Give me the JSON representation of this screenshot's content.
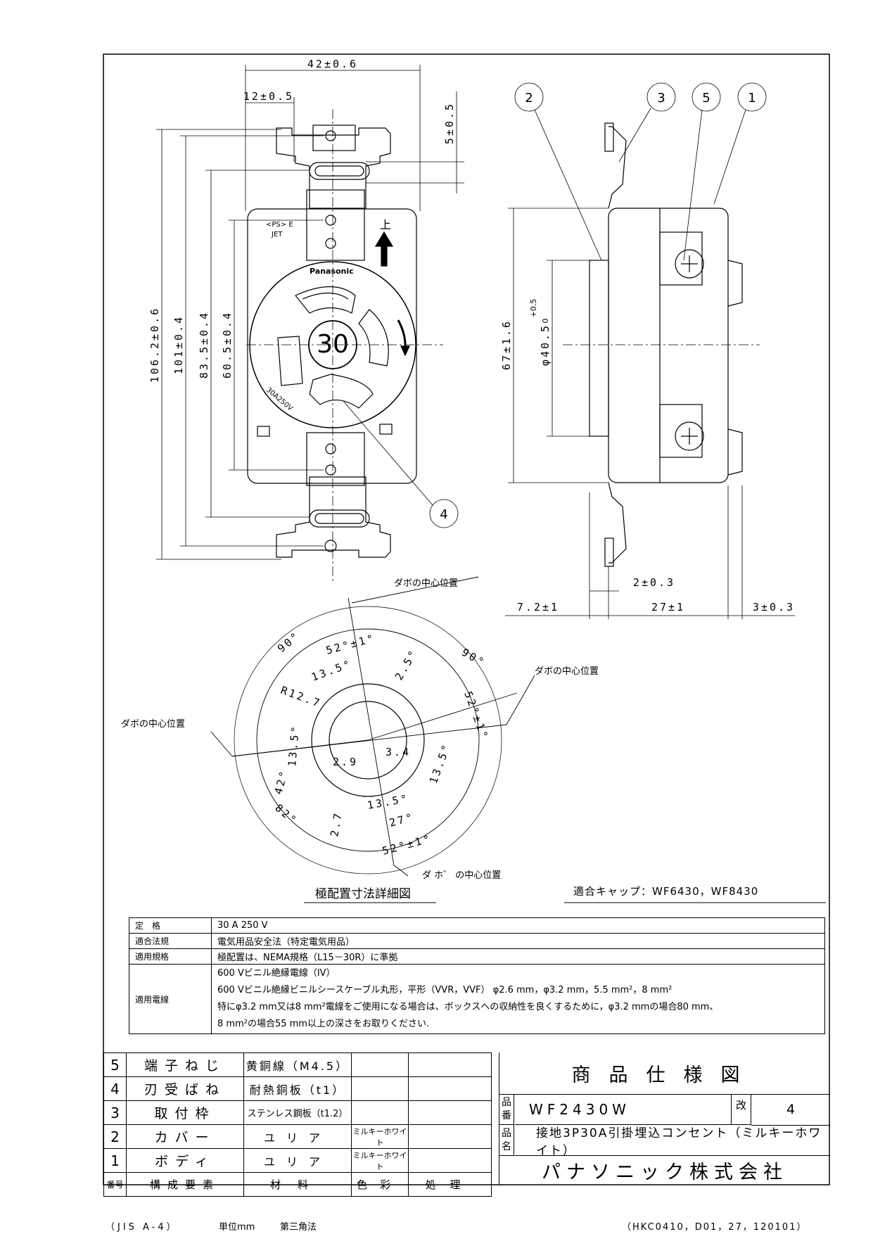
{
  "front_view": {
    "dims": {
      "width": "42±0.6",
      "offset": "12±0.5",
      "tab": "5±0.5",
      "total_h": "106.2±0.6",
      "h1": "101±0.4",
      "h2": "83.5±0.4",
      "h3": "60.5±0.4"
    },
    "marks": {
      "ps": "<PS> E",
      "jet": "JET",
      "brand": "Panasonic",
      "up": "上",
      "rating_big": "30",
      "rating_small": "30A250V"
    }
  },
  "side_view": {
    "dims": {
      "height": "67±1.6",
      "diameter": "φ40.5",
      "tol_plus": "+0.5",
      "tol_zero": "0",
      "d1": "2±0.3",
      "d2": "7.2±1",
      "d3": "27±1",
      "d4": "3±0.3"
    }
  },
  "callouts": [
    "2",
    "3",
    "5",
    "1",
    "4"
  ],
  "detail": {
    "title": "極配置寸法詳細図",
    "dabo1": "ダボの中心位置",
    "dabo2": "ダボの中心位置",
    "dabo3": "ダボの中心位置",
    "dabo4": "ダ ホ゛ の中心位置",
    "angles": [
      "90°",
      "52°±1°",
      "13.5°",
      "2.5°",
      "90°",
      "52°±1°",
      "R12.7",
      "13.5°",
      "42°",
      "82°",
      "2.9",
      "3.4",
      "13.5°",
      "13.5°",
      "27°",
      "52°±1°",
      "2.7"
    ],
    "compat_cap": "適合キャップ：WF6430，WF8430"
  },
  "spec_table": [
    {
      "label": "定　格",
      "value": "30 A  250 V"
    },
    {
      "label": "適合法規",
      "value": "電気用品安全法（特定電気用品）"
    },
    {
      "label": "適用規格",
      "value": "極配置は、NEMA規格（L15－30R）に準拠"
    }
  ],
  "wire": {
    "label": "適用電線",
    "lines": [
      "600 Vビニル絶縁電線（IV）",
      "600 Vビニル絶縁ビニルシースケーブル丸形，平形（VVR，VVF） φ2.6 mm，φ3.2 mm，5.5 mm²，8 mm²",
      "特にφ3.2 mm又は8 mm²電線をご使用になる場合は、ボックスへの収納性を良くするために，φ3.2 mmの場合80 mm、",
      "8 mm²の場合55 mm以上の深さをお取りください."
    ]
  },
  "parts": [
    {
      "no": "5",
      "name": "端子ねじ",
      "material": "黄銅線（M4.5）",
      "color": "",
      "process": ""
    },
    {
      "no": "4",
      "name": "刃受ばね",
      "material": "耐熱銅板（t1）",
      "color": "",
      "process": ""
    },
    {
      "no": "3",
      "name": "取付枠",
      "material": "ステンレス鋼板（t1.2）",
      "color": "",
      "process": ""
    },
    {
      "no": "2",
      "name": "カバー",
      "material": "ユリア",
      "color": "ミルキーホワイト",
      "process": ""
    },
    {
      "no": "1",
      "name": "ボディ",
      "material": "ユリア",
      "color": "ミルキーホワイト",
      "process": ""
    }
  ],
  "parts_header": {
    "no": "番号",
    "name": "構成要素",
    "material": "材料",
    "color": "色彩",
    "process": "処理"
  },
  "title_block": {
    "title": "商品仕様図",
    "hinban_label": "品番",
    "hinban": "WF2430W",
    "kai_label": "改",
    "kai": "4",
    "hinmei_label": "品名",
    "hinmei": "接地3P30A引掛埋込コンセント（ミルキーホワイト）",
    "company": "パナソニック株式会社"
  },
  "footer": {
    "paper": "（JIS A-4）",
    "unit": "単位mm",
    "angle": "第三角法",
    "code": "（HKC0410，D01，27，120101）"
  }
}
